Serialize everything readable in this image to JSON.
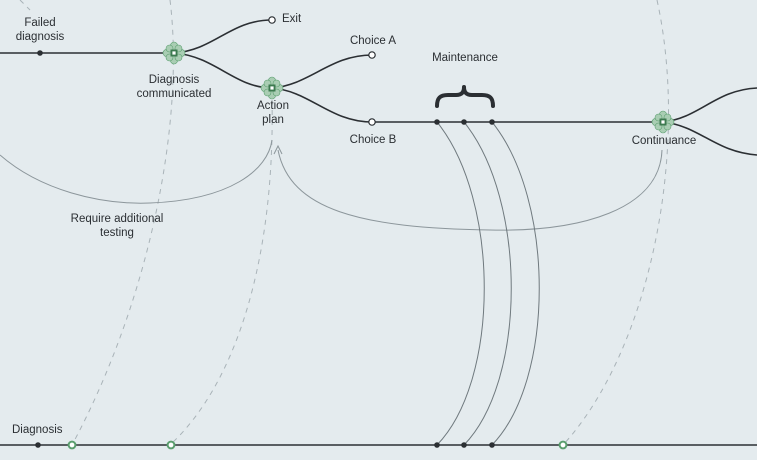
{
  "labels": {
    "failed_diagnosis": "Failed\ndiagnosis",
    "diagnosis_communicated": "Diagnosis\ncommunicated",
    "exit": "Exit",
    "choice_a": "Choice A",
    "maintenance": "Maintenance",
    "action_plan": "Action\nplan",
    "choice_b": "Choice B",
    "continuance": "Continuance",
    "require_testing": "Require additional\ntesting",
    "diagnosis": "Diagnosis"
  },
  "colors": {
    "line_dark": "#2b2f33",
    "line_light": "#8c969b",
    "dashed": "#a9b3b8",
    "node_green": "#5a9e6e",
    "node_green_light": "#a9cdb3",
    "background": "#e4ebee"
  }
}
